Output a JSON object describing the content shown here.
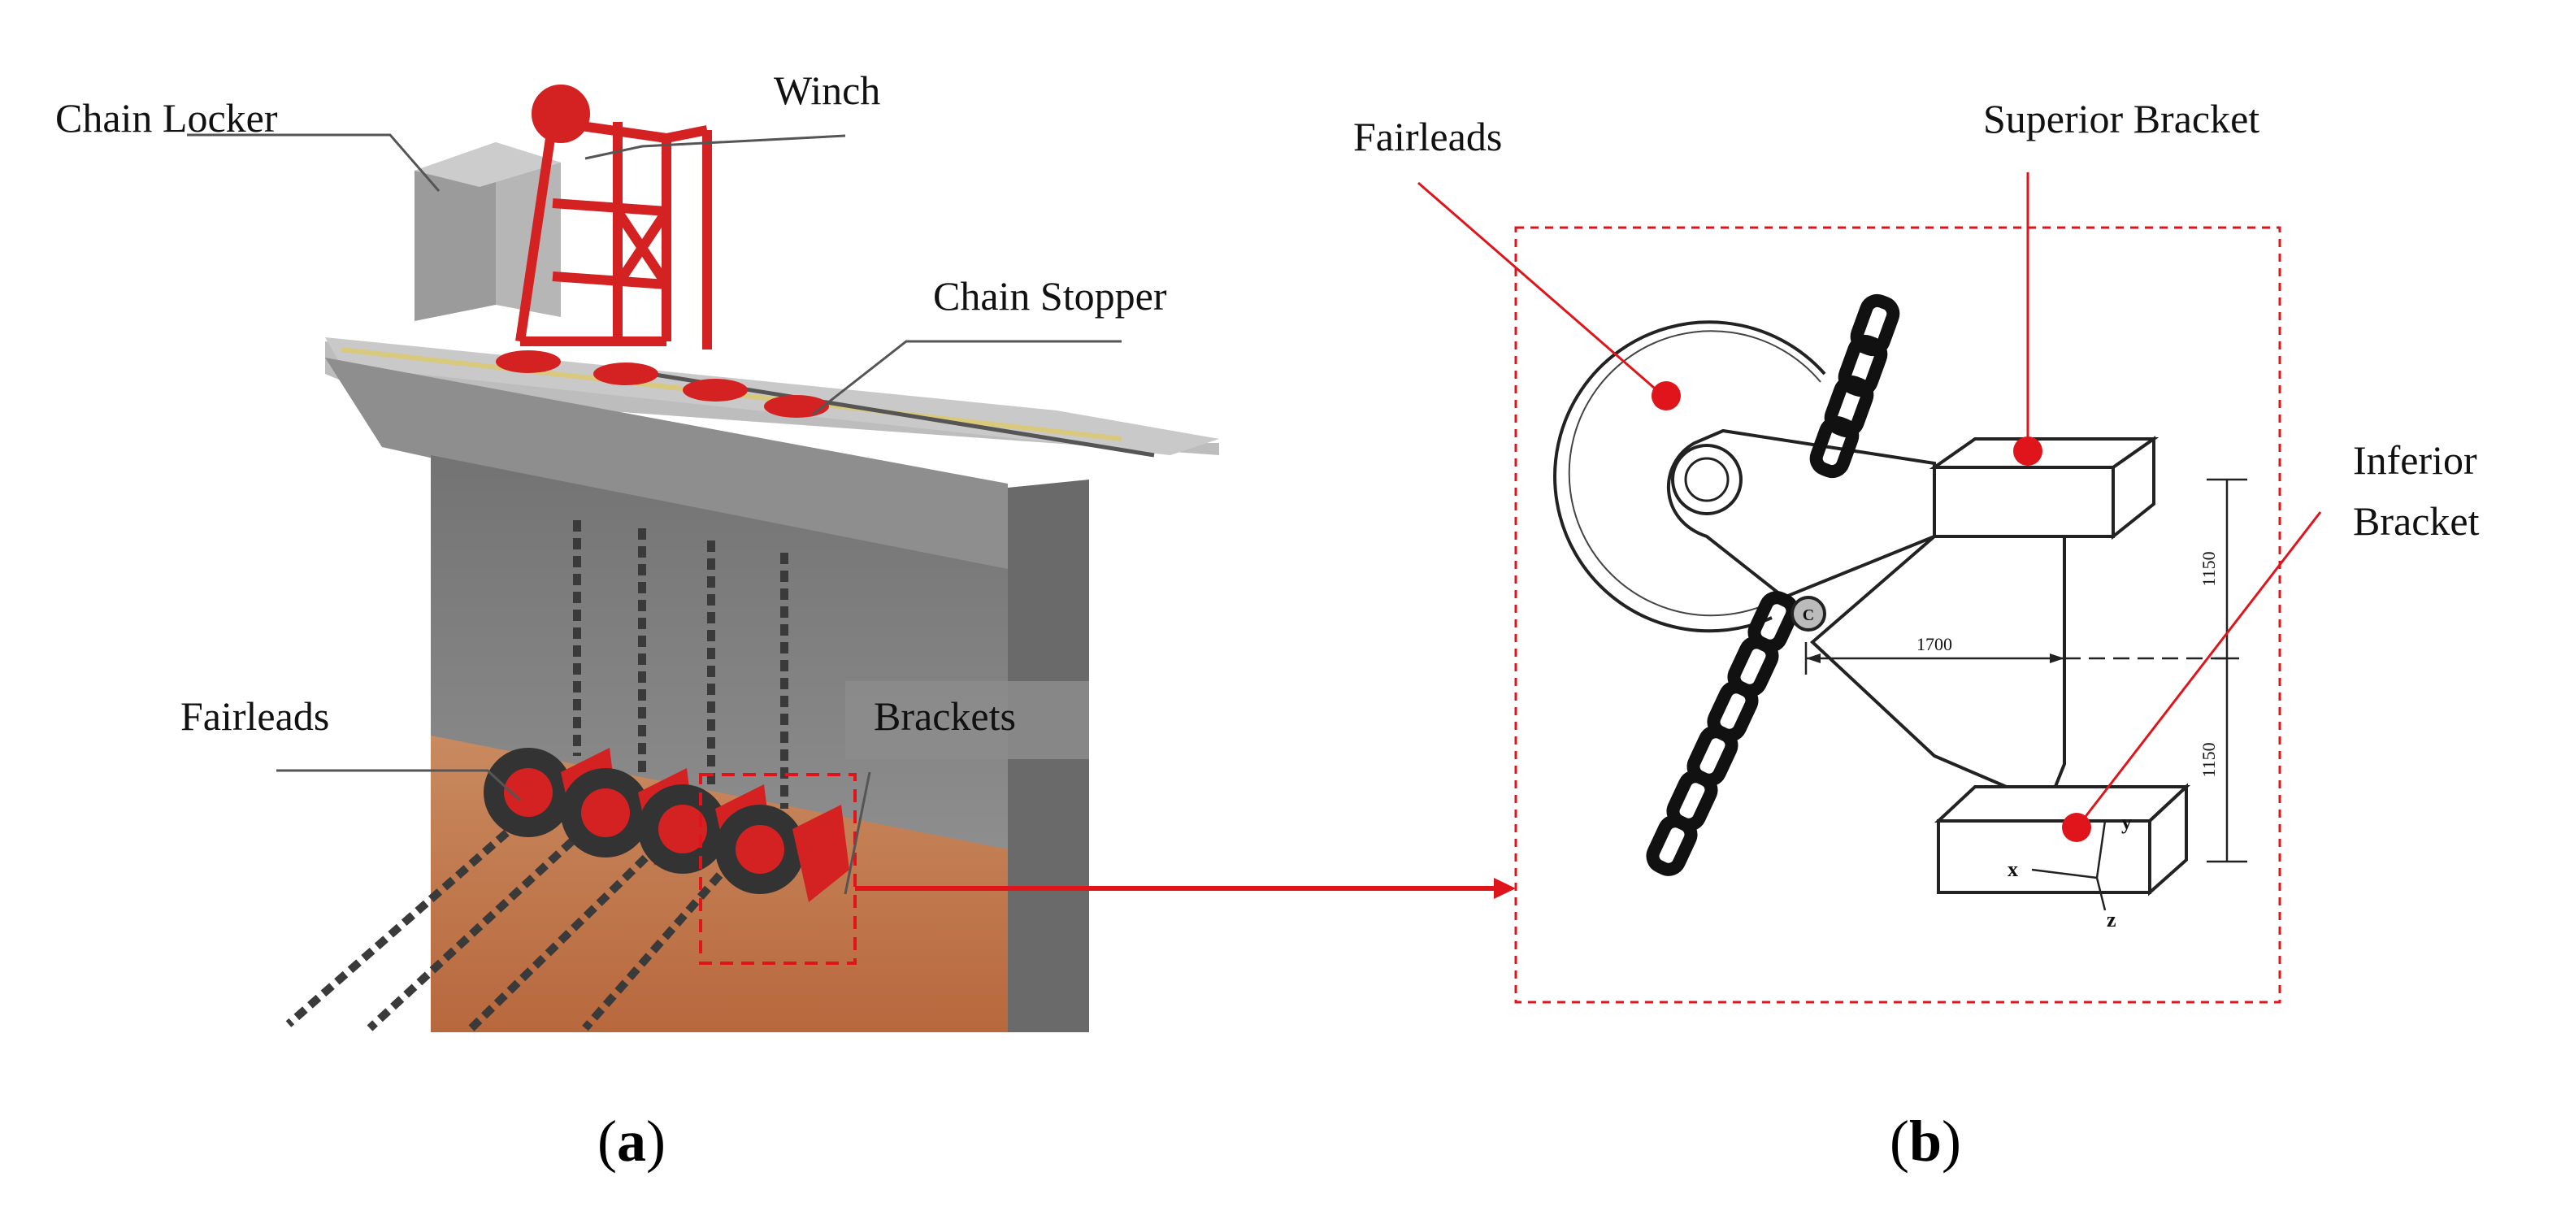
{
  "panel_a": {
    "labels": {
      "chain_locker": "Chain Locker",
      "winch": "Winch",
      "chain_stopper": "Chain Stopper",
      "fairleads": "Fairleads",
      "brackets": "Brackets"
    },
    "caption_open": "(",
    "caption_letter": "a",
    "caption_close": ")"
  },
  "panel_b": {
    "labels": {
      "fairleads": "Fairleads",
      "superior_bracket": "Superior Bracket",
      "inferior_bracket_line1": "Inferior",
      "inferior_bracket_line2": "Bracket"
    },
    "dimensions": {
      "horizontal": "1700",
      "vertical_upper": "1150",
      "vertical_lower": "1150"
    },
    "point_c": "C",
    "axes": {
      "x": "x",
      "y": "y",
      "z": "z"
    },
    "caption_open": "(",
    "caption_letter": "b",
    "caption_close": ")"
  },
  "colors": {
    "accent_red": "#e0141b",
    "structure_red": "#d42222",
    "grey_structure": "#8b8b8b",
    "hull_orange": "#c77a4c"
  }
}
